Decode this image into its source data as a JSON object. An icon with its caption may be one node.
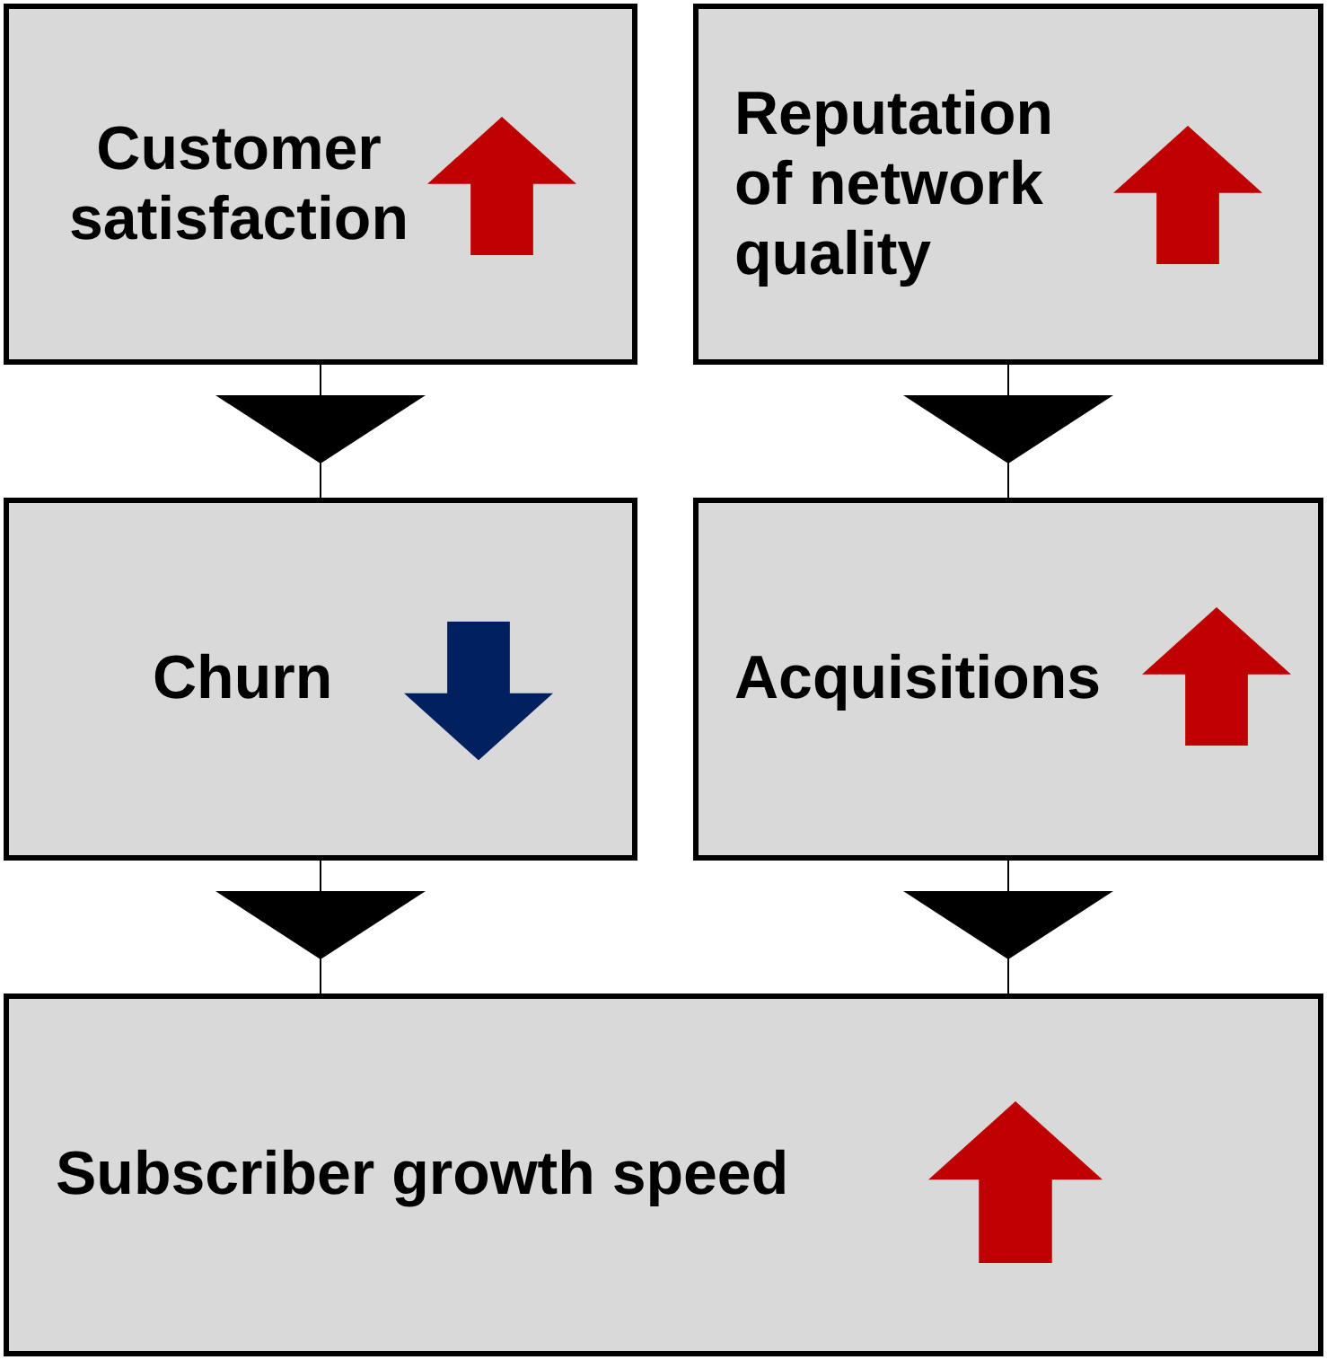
{
  "diagram": {
    "nodes": [
      {
        "text": [
          "Customer satisfaction"
        ]
      },
      {
        "text": [
          "Reputation of network quality"
        ]
      },
      {
        "text": [
          "Churn"
        ]
      },
      {
        "text": [
          "Acquisitions"
        ]
      },
      {
        "text": [
          "Subscriber growth speed"
        ]
      }
    ],
    "edges": [
      {
        "from": 0,
        "to": 2,
        "arrow": "to"
      },
      {
        "from": 1,
        "to": 3,
        "arrow": "to"
      },
      {
        "from": 2,
        "to": 4,
        "arrow": "to"
      },
      {
        "from": 3,
        "to": 4,
        "arrow": "to"
      }
    ]
  }
}
